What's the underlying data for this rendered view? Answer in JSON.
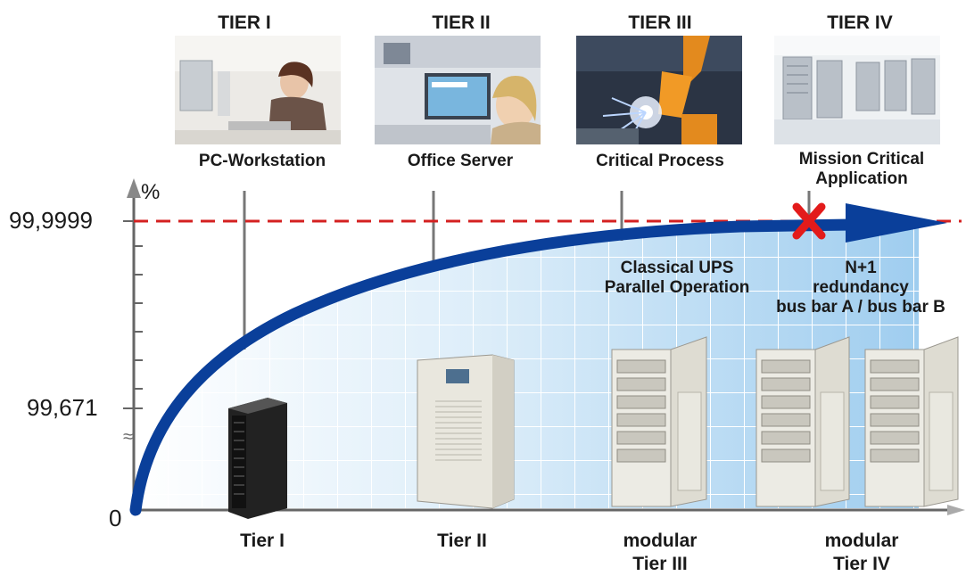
{
  "tiers": [
    {
      "title": "TIER I",
      "caption": "PC-Workstation",
      "image": "office-worker-photo"
    },
    {
      "title": "TIER II",
      "caption": "Office Server",
      "image": "office-screen-photo"
    },
    {
      "title": "TIER III",
      "caption": "Critical Process",
      "image": "welding-robot-photo"
    },
    {
      "title": "TIER IV",
      "caption_line1": "Mission Critical",
      "caption_line2": "Application",
      "image": "data-center-photo"
    }
  ],
  "axis": {
    "unit": "%",
    "top": "99,9999",
    "mid": "99,671",
    "zero": "0"
  },
  "annotations": {
    "parallel_line1": "Classical UPS",
    "parallel_line2": "Parallel Operation",
    "redundancy_line1": "N+1",
    "redundancy_line2": "redundancy",
    "redundancy_line3": "bus bar A / bus bar B"
  },
  "bottom_labels": [
    {
      "line1": "Tier I"
    },
    {
      "line1": "Tier II"
    },
    {
      "line1": "modular",
      "line2": "Tier III"
    },
    {
      "line1": "modular",
      "line2": "Tier IV"
    }
  ],
  "colors": {
    "curve": "#0a3f9a",
    "target_line": "#d42020",
    "cross": "#e31b1b",
    "grid_fill": "#cfe6f7"
  }
}
